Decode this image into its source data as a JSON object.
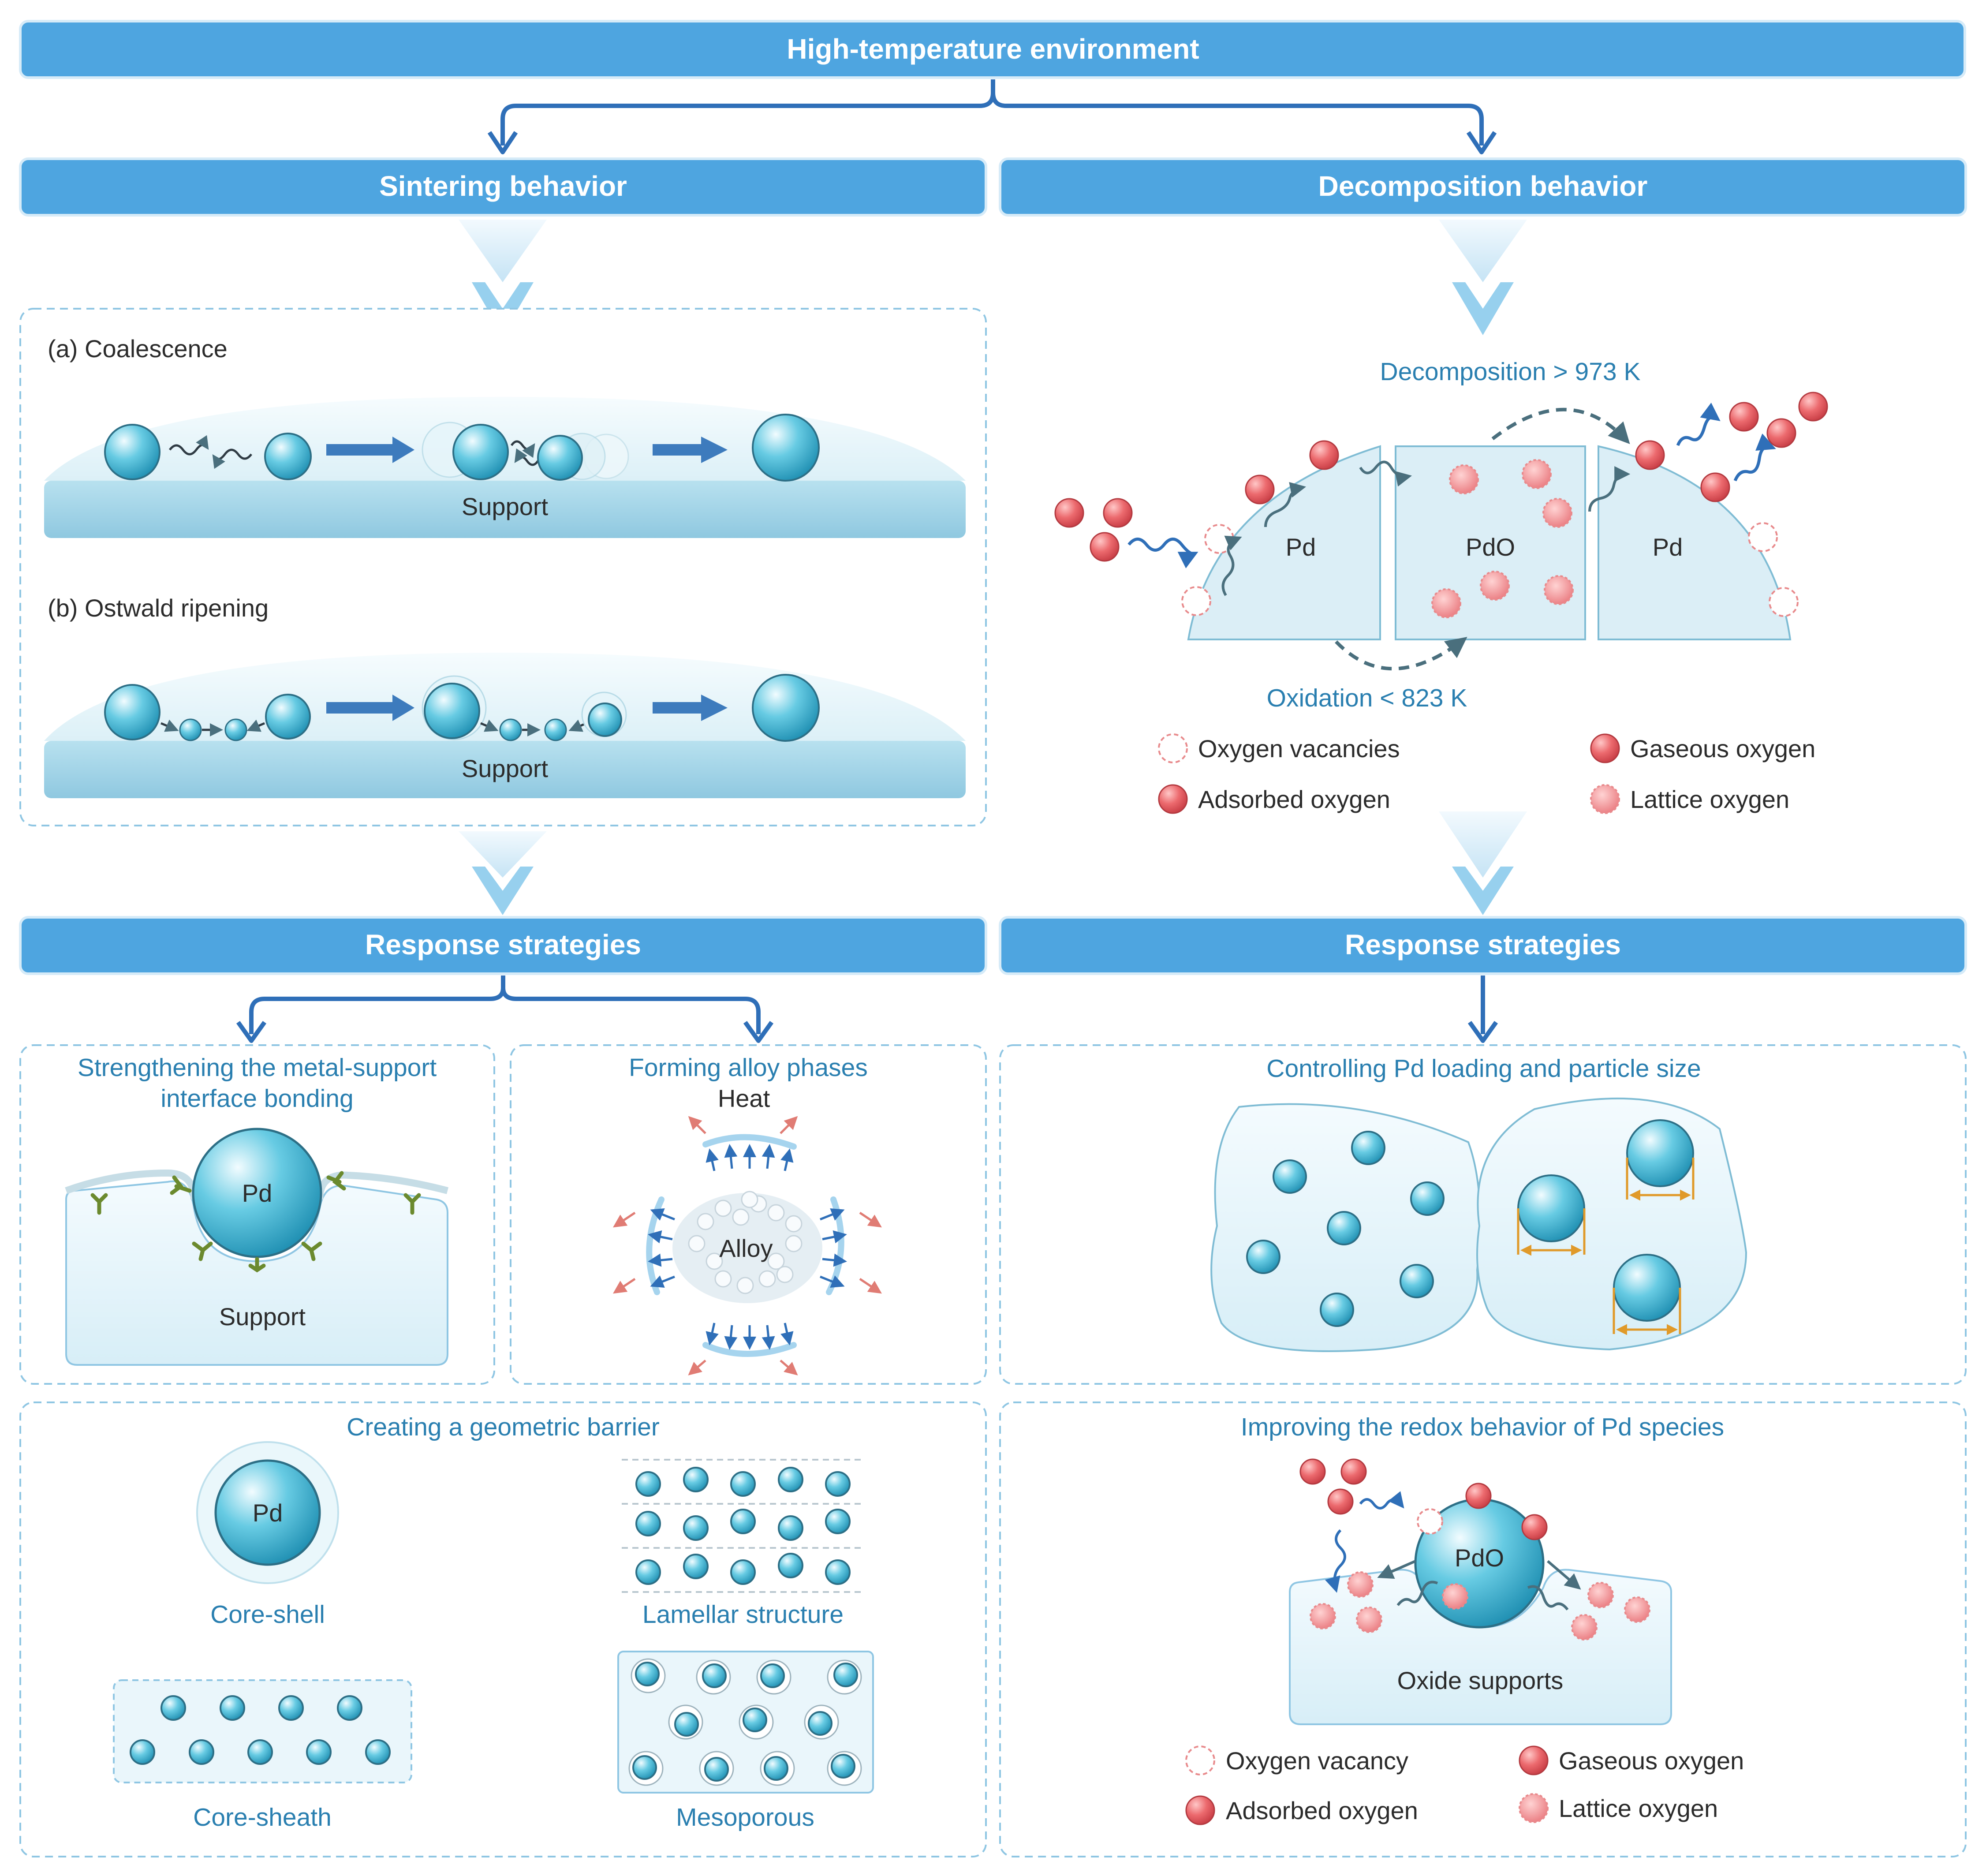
{
  "header": {
    "title": "High-temperature environment"
  },
  "branches": {
    "left": "Sintering behavior",
    "right": "Decomposition behavior"
  },
  "sintering": {
    "coalescence_label": "(a) Coalescence",
    "ostwald_label": "(b) Ostwald ripening",
    "support_label": "Support"
  },
  "decomposition": {
    "top_label": "Decomposition > 973 K",
    "bottom_label": "Oxidation < 823 K",
    "pd_left": "Pd",
    "pdo": "PdO",
    "pd_right": "Pd",
    "legend": {
      "vacancies": "Oxygen vacancies",
      "gaseous": "Gaseous oxygen",
      "adsorbed": "Adsorbed oxygen",
      "lattice": "Lattice oxygen"
    }
  },
  "response": {
    "left_title": "Response strategies",
    "right_title": "Response strategies"
  },
  "strategies": {
    "msi": {
      "title_line1": "Strengthening the metal-support",
      "title_line2": "interface bonding",
      "pd": "Pd",
      "support": "Support"
    },
    "alloy": {
      "title": "Forming alloy phases",
      "heat": "Heat",
      "alloy": "Alloy"
    },
    "loading": {
      "title": "Controlling Pd loading and particle size"
    },
    "barrier": {
      "title": "Creating a geometric barrier",
      "core_shell": "Core-shell",
      "pd": "Pd",
      "lamellar": "Lamellar structure",
      "core_sheath": "Core-sheath",
      "mesoporous": "Mesoporous"
    },
    "redox": {
      "title": "Improving the redox behavior of Pd species",
      "pdo": "PdO",
      "oxide_supports": "Oxide supports",
      "legend": {
        "vacancy": "Oxygen vacancy",
        "gaseous": "Gaseous oxygen",
        "adsorbed": "Adsorbed oxygen",
        "lattice": "Lattice oxygen"
      }
    }
  },
  "colors": {
    "header_blue": "#4ea5e0",
    "text_blue": "#2a7fb0",
    "particle": "#3bb3d1",
    "oxygen_red": "#e8555a",
    "arrow_blue": "#2f6fb8"
  }
}
